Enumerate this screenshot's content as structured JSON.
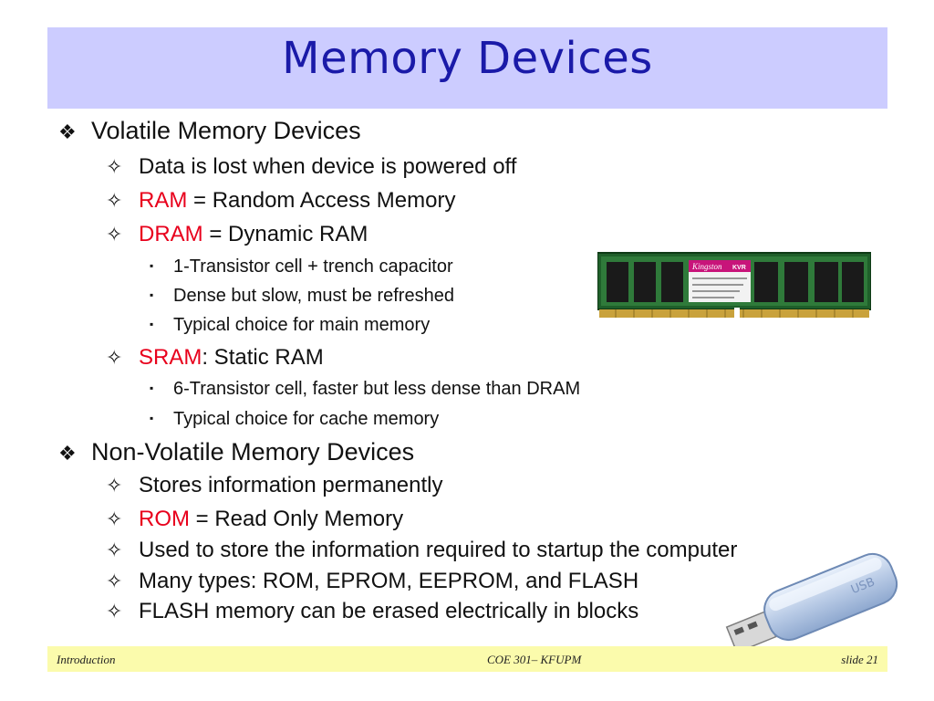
{
  "title": "Memory Devices",
  "bullets": {
    "volatile": "Volatile Memory Devices",
    "data_lost": "Data is lost when device is powered off",
    "ram_term": "RAM",
    "ram_def": " = Random Access Memory",
    "dram_term": "DRAM",
    "dram_def": " = Dynamic RAM",
    "dram_sub1": "1-Transistor cell + trench capacitor",
    "dram_sub2": "Dense but slow, must be refreshed",
    "dram_sub3": "Typical choice for main memory",
    "sram_term": "SRAM",
    "sram_def": ": Static RAM",
    "sram_sub1": "6-Transistor cell, faster but less dense than DRAM",
    "sram_sub2": "Typical choice for cache memory",
    "nonvolatile": "Non-Volatile Memory Devices",
    "stores": "Stores information permanently",
    "rom_term": "ROM",
    "rom_def": " = Read Only Memory",
    "startup": "Used to store the information required to startup the computer",
    "types": "Many types: ROM, EPROM, EEPROM, and FLASH",
    "flash": "FLASH memory can be erased electrically in blocks"
  },
  "glyphs": {
    "level1": "❖",
    "level2": "✧",
    "level3": "▪"
  },
  "ram_label": {
    "brand": "Kingston",
    "model": "KVR"
  },
  "usb_label": "USB",
  "footer": {
    "left": "Introduction",
    "center": "COE 301– KFUPM",
    "right": "slide 21"
  },
  "colors": {
    "title_bg": "#ccccff",
    "title_text": "#1a1aa8",
    "term_red": "#e8001c",
    "footer_bg": "#fbfbac"
  }
}
